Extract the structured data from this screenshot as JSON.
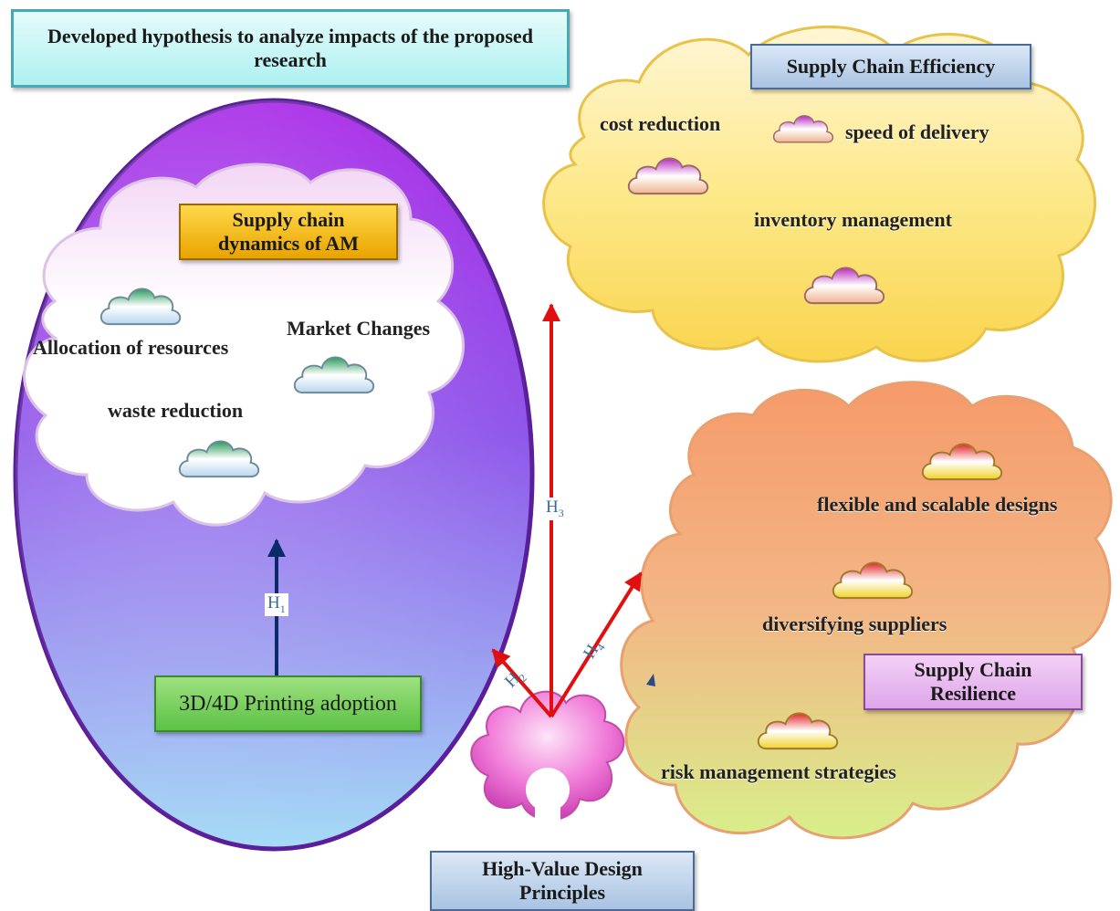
{
  "title": "Developed  hypothesis to analyze impacts of the proposed research",
  "supply_chain_dynamics": {
    "heading": "Supply chain dynamics of AM",
    "items": [
      "Allocation of resources",
      "Market Changes",
      "waste reduction"
    ]
  },
  "printing_adoption": "3D/4D Printing adoption",
  "efficiency": {
    "heading": "Supply Chain Efficiency",
    "items": [
      "cost reduction",
      "speed of delivery",
      "inventory management"
    ]
  },
  "resilience": {
    "heading": "Supply Chain Resilience",
    "items": [
      "flexible and scalable designs",
      "diversifying suppliers",
      "risk management strategies"
    ]
  },
  "design_principles": "High-Value Design Principles",
  "hypotheses": {
    "h1": {
      "letter": "H",
      "sub": "1"
    },
    "h2": {
      "letter": "H",
      "sub": "2"
    },
    "h3": {
      "letter": "H",
      "sub": "3"
    },
    "h4": {
      "letter": "H",
      "sub": "4"
    }
  },
  "colors": {
    "arrow_red": "#e01010",
    "arrow_navy": "#0a2a6a",
    "ellipse_top": "#9a1ee0",
    "ellipse_bottom": "#9ad0f4",
    "efficiency_cloud": "#fbe37a",
    "resilience_cloud_top": "#f7a070",
    "resilience_cloud_bottom": "#d6ee8a",
    "design_cloud": "#f07ad8"
  }
}
